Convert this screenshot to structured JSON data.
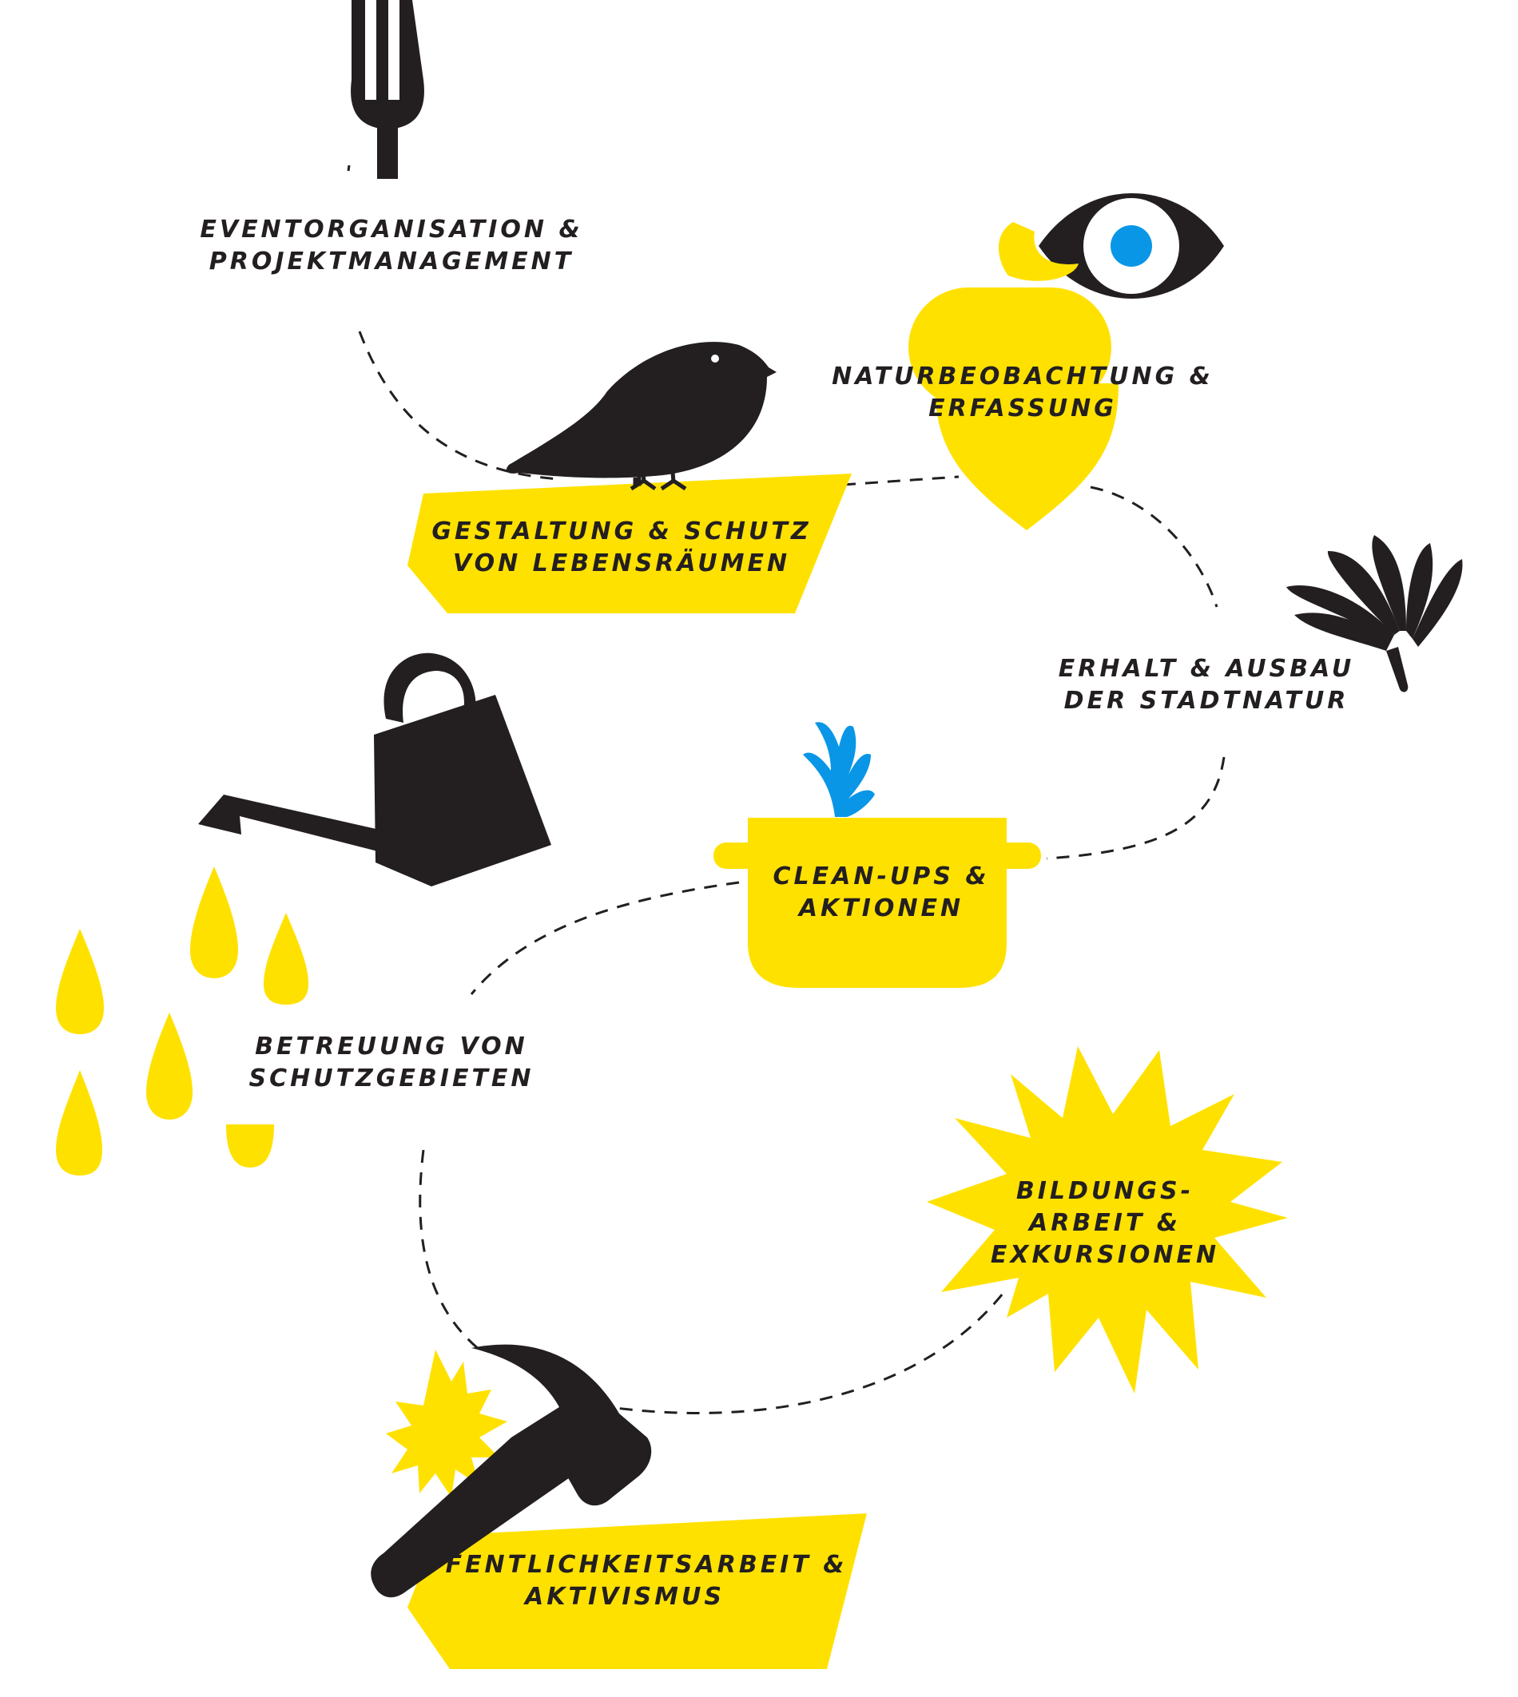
{
  "colors": {
    "yellow": "#ffe100",
    "black": "#231f20",
    "blue": "#0a96e6",
    "background": "#ffffff"
  },
  "nodes": [
    {
      "id": "event",
      "icon": "fork-icon",
      "lines": [
        "EVENTORGANISATION &",
        "PROJEKTMANAGEMENT"
      ]
    },
    {
      "id": "nature",
      "icon": "acorn-eye-icon",
      "lines": [
        "NATURBEOBACHTUNG &",
        "ERFASSUNG"
      ]
    },
    {
      "id": "habitat",
      "icon": "bird-on-banner-icon",
      "lines": [
        "GESTALTUNG & SCHUTZ",
        "VON LEBENSRÄUMEN"
      ]
    },
    {
      "id": "citynature",
      "icon": "leaf-fan-icon",
      "lines": [
        "ERHALT & AUSBAU",
        "DER STADTNATUR"
      ]
    },
    {
      "id": "cleanups",
      "icon": "cooking-pot-icon",
      "lines": [
        "CLEAN-UPS &",
        "AKTIONEN"
      ]
    },
    {
      "id": "reserves",
      "icon": "watering-can-icon",
      "lines": [
        "BETREUUNG VON",
        "SCHUTZGEBIETEN"
      ]
    },
    {
      "id": "education",
      "icon": "starburst-icon",
      "lines": [
        "BILDUNGS-",
        "ARBEIT &",
        "EXKURSIONEN"
      ]
    },
    {
      "id": "activism",
      "icon": "hammer-icon",
      "lines": [
        "ÖFFENTLICHKEITSARBEIT &",
        "AKTIVISMUS"
      ]
    }
  ]
}
